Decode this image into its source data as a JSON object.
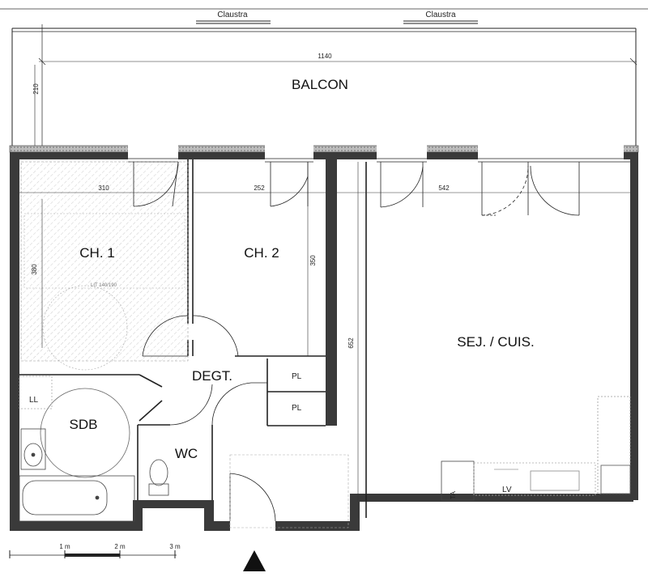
{
  "labels": {
    "claustra_left": "Claustra",
    "claustra_right": "Claustra",
    "balcon": "BALCON",
    "ch1": "CH. 1",
    "ch2": "CH. 2",
    "degt": "DEGT.",
    "sejour": "SEJ. / CUIS.",
    "sdb": "SDB",
    "wc": "WC",
    "pl_top": "PL",
    "pl_bottom": "PL",
    "ll": "LL",
    "lv": "LV",
    "ta": "TA",
    "bed_note": "LIT 140/190"
  },
  "dimensions": {
    "balcon_width": "1140",
    "balcon_depth": "210",
    "ch1_width": "310",
    "ch1_depth": "380",
    "ch2_width": "252",
    "ch2_depth": "350",
    "sejour_width": "542",
    "sejour_depth": "652"
  },
  "scale_bar": {
    "ticks": [
      "1 m",
      "2 m",
      "3 m"
    ]
  },
  "colors": {
    "wall": "#3a3a3a",
    "line": "#222222",
    "furniture": "#8a8a8a"
  }
}
